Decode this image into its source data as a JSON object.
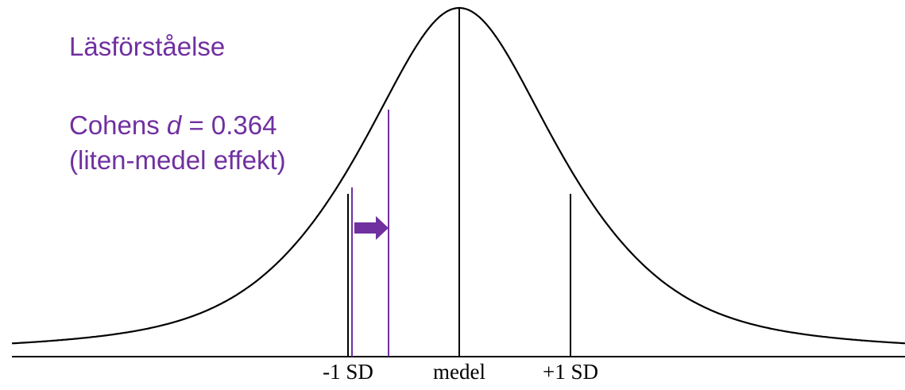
{
  "title": "Läsförståelse",
  "effect": {
    "prefix": "Cohens ",
    "symbol": "d",
    "value_text": " = 0.364",
    "description": "(liten-medel effekt)",
    "cohens_d": 0.364
  },
  "axis_labels": {
    "minus_one_sd": "-1 SD",
    "mean": "medel",
    "plus_one_sd": "+1 SD"
  },
  "colors": {
    "accent": "#7030a0",
    "curve": "#000000"
  },
  "arrow_direction": "right"
}
